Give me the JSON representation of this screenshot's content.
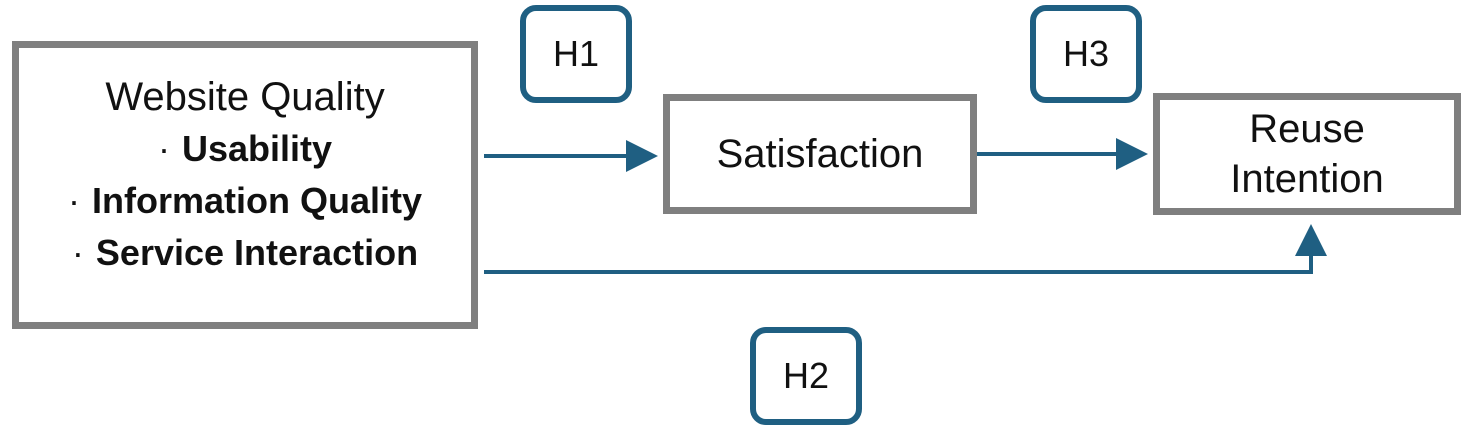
{
  "nodes": {
    "website_quality": {
      "title": "Website Quality",
      "items": [
        "Usability",
        "Information Quality",
        "Service Interaction"
      ],
      "bullet": "·"
    },
    "satisfaction": {
      "label": "Satisfaction"
    },
    "reuse_intention": {
      "line1": "Reuse",
      "line2": "Intention"
    }
  },
  "hypotheses": {
    "h1": "H1",
    "h2": "H2",
    "h3": "H3"
  },
  "edges": [
    {
      "from": "website_quality",
      "to": "satisfaction",
      "label": "H1"
    },
    {
      "from": "website_quality",
      "to": "reuse_intention",
      "label": "H2"
    },
    {
      "from": "satisfaction",
      "to": "reuse_intention",
      "label": "H3"
    }
  ],
  "colors": {
    "box_border": "#7f7f7f",
    "arrow": "#1f5f82",
    "badge_border": "#1f5f82"
  }
}
